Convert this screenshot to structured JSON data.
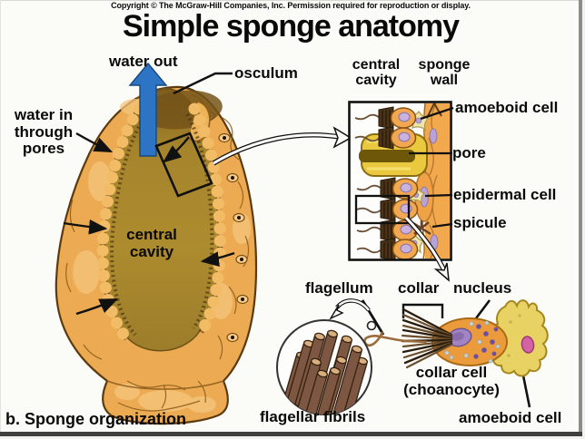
{
  "header": {
    "copyright": "Copyright © The McGraw-Hill Companies, Inc. Permission required for reproduction or display.",
    "title": "Simple sponge anatomy"
  },
  "sponge": {
    "water_out": "water out",
    "osculum": "osculum",
    "water_in": "water in\nthrough\npores",
    "central_cavity": "central\ncavity",
    "caption": "b. Sponge organization"
  },
  "inset": {
    "central_cavity": "central\ncavity",
    "sponge_wall": "sponge\nwall",
    "amoeboid_cell": "amoeboid cell",
    "pore": "pore",
    "epidermal_cell": "epidermal cell",
    "spicule": "spicule"
  },
  "detail": {
    "flagellum": "flagellum",
    "collar": "collar",
    "nucleus": "nucleus",
    "collar_cell": "collar cell\n(choanocyte)",
    "flagellar_fibrils": "flagellar fibrils",
    "amoeboid_cell": "amoeboid cell"
  },
  "colors": {
    "water_arrow_blue": "#2E74C4",
    "sponge_body_orange": "#ECAB52",
    "cavity_olive": "#AD8B2F",
    "osculum_dark": "#7E5C1C",
    "choanocyte_orange": "#F2A850",
    "nucleus_lavender": "#C9B2DE",
    "pore_gold": "#EAC83F",
    "pore_channel_dark": "#6E5708",
    "collar_dark_brown": "#2B1D0E",
    "fibril_brown": "#7E5742",
    "fibril_cap_tan": "#D8B080",
    "amoeboid_pale_yellow": "#EFE6AC",
    "amoeboid_yellow": "#E9D264",
    "amoeboid_nucleus_pink": "#D264A6",
    "collar_cell_nucleus_purple": "#A284C2",
    "label_black": "#0A0A0A"
  }
}
